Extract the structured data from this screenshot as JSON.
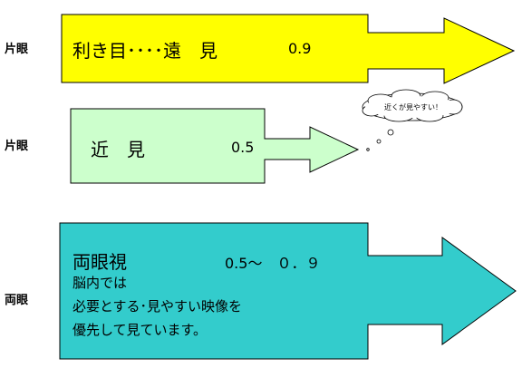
{
  "rows": [
    {
      "label": "片眼",
      "heading": "利き目････遠　見",
      "value": "0.9",
      "color": "#ffff00"
    },
    {
      "label": "片眼",
      "heading": "近　見",
      "value": "0.5",
      "color": "#ccffcc",
      "thought_bubble": "近くが見やすい！"
    },
    {
      "label": "両眼",
      "heading": "両眼視",
      "value": "0.5～　０．９",
      "body_lines": [
        "脳内では",
        "必要とする･見やすい映像を",
        "優先して見ています。"
      ],
      "color": "#33cccc"
    }
  ]
}
